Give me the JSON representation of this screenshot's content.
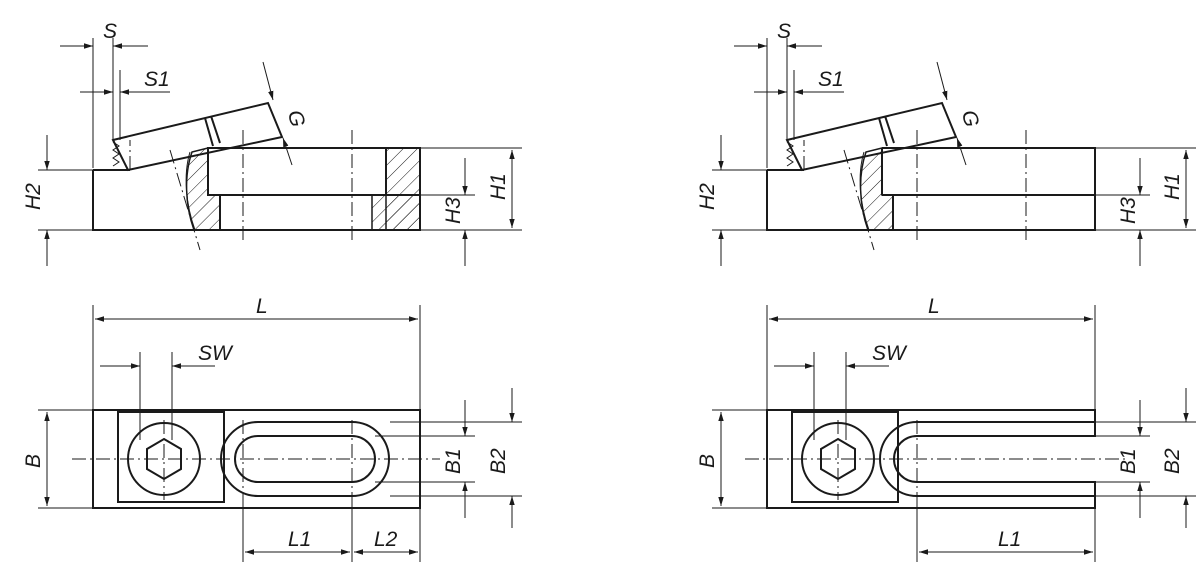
{
  "labels": {
    "s": "S",
    "s1": "S1",
    "g": "G",
    "h1": "H1",
    "h2": "H2",
    "h3": "H3",
    "l": "L",
    "sw": "SW",
    "b": "B",
    "b1": "B1",
    "b2": "B2",
    "l1": "L1",
    "l2": "L2"
  },
  "colors": {
    "line": "#1a1a1a",
    "background": "#ffffff"
  }
}
